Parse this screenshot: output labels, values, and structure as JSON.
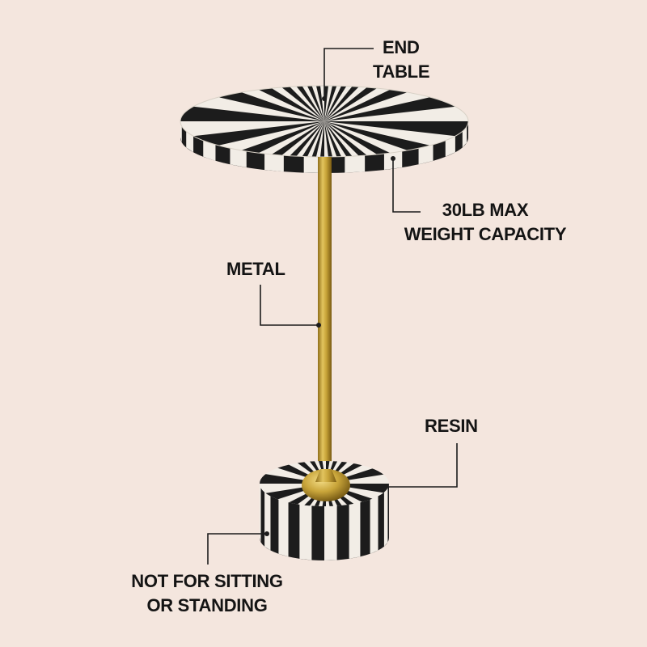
{
  "colors": {
    "background": "#f4e6de",
    "stripe_dark": "#1c1c1c",
    "stripe_light": "#f2ede6",
    "brass": "#c9a53a",
    "text": "#141414"
  },
  "callouts": {
    "end_table": {
      "line1": "END",
      "line2": "TABLE"
    },
    "weight": {
      "line1": "30LB MAX",
      "line2": "WEIGHT CAPACITY"
    },
    "metal": {
      "line1": "METAL"
    },
    "resin": {
      "line1": "RESIN"
    },
    "warning": {
      "line1": "NOT FOR  SITTING",
      "line2": "OR STANDING"
    }
  }
}
